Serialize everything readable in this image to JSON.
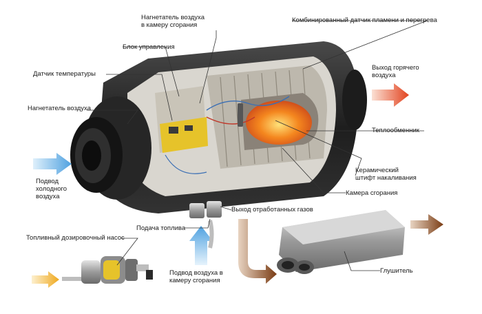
{
  "labels": {
    "air_blower_combustion": "Нагнетатель воздуха\nв камеру сгорания",
    "flame_overheat_sensor": "Комбинированный датчик пламени и перегрева",
    "control_unit": "Блок управления",
    "temp_sensor": "Датчик температуры",
    "hot_air_outlet": "Выход горячего\nвоздуха",
    "air_blower": "Нагнетатель воздуха",
    "heat_exchanger": "Теплообменник",
    "glow_pin": "Керамический\nштифт накаливания",
    "cold_air_inlet": "Подвод\nхолодного\nвоздуха",
    "combustion_chamber": "Камера сгорания",
    "exhaust_outlet": "Выход отработанных газов",
    "fuel_supply": "Подача топлива",
    "fuel_pump": "Топливный дозировочный насос",
    "combustion_air_inlet": "Подвод воздуха в\nкамеру сгорания",
    "muffler": "Глушитель"
  },
  "colors": {
    "cold_air": "#5aa9e6",
    "hot_air": "#e8542a",
    "exhaust": "#8a4a1e",
    "fuel": "#f3b12e",
    "body": "#2a2a2a",
    "interior": "#d9d6cf",
    "flame": "#f07a1a",
    "circuit": "#e6c32a"
  },
  "icons": {
    "cold_air_arrow": "arrow-right-icon",
    "hot_air_arrow": "arrow-right-icon",
    "exhaust_arrow": "arrow-bent-icon",
    "fuel_arrow": "arrow-right-icon",
    "combustion_air_arrow": "arrow-up-icon"
  }
}
